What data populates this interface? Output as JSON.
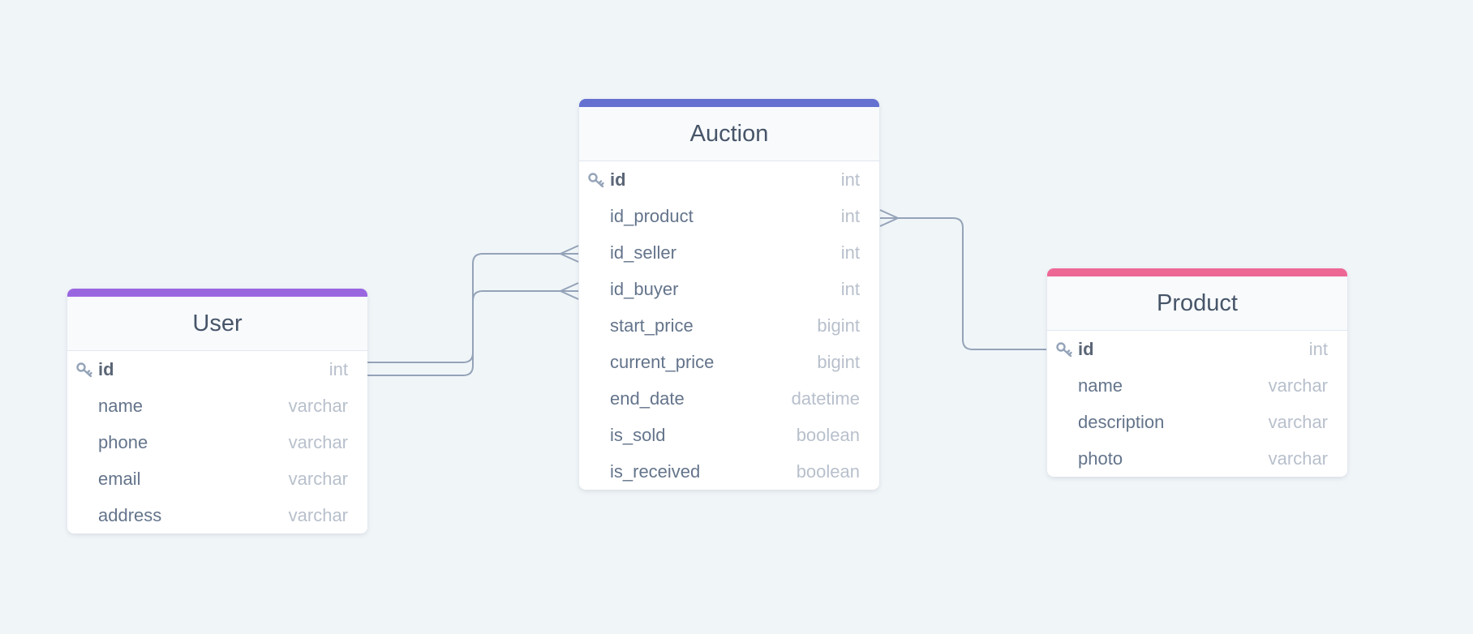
{
  "colors": {
    "user_bar": "#9a66e0",
    "auction_bar": "#6571d1",
    "product_bar": "#ee6896",
    "connector": "#94a3b8"
  },
  "user": {
    "title": "User",
    "fields": [
      {
        "name": "id",
        "type": "int",
        "pk": true
      },
      {
        "name": "name",
        "type": "varchar"
      },
      {
        "name": "phone",
        "type": "varchar"
      },
      {
        "name": "email",
        "type": "varchar"
      },
      {
        "name": "address",
        "type": "varchar"
      }
    ]
  },
  "auction": {
    "title": "Auction",
    "fields": [
      {
        "name": "id",
        "type": "int",
        "pk": true
      },
      {
        "name": "id_product",
        "type": "int"
      },
      {
        "name": "id_seller",
        "type": "int"
      },
      {
        "name": "id_buyer",
        "type": "int"
      },
      {
        "name": "start_price",
        "type": "bigint"
      },
      {
        "name": "current_price",
        "type": "bigint"
      },
      {
        "name": "end_date",
        "type": "datetime"
      },
      {
        "name": "is_sold",
        "type": "boolean"
      },
      {
        "name": "is_received",
        "type": "boolean"
      }
    ]
  },
  "product": {
    "title": "Product",
    "fields": [
      {
        "name": "id",
        "type": "int",
        "pk": true
      },
      {
        "name": "name",
        "type": "varchar"
      },
      {
        "name": "description",
        "type": "varchar"
      },
      {
        "name": "photo",
        "type": "varchar"
      }
    ]
  },
  "relations": [
    {
      "from": "user.id",
      "to": "auction.id_seller",
      "cardinality": "one-to-many"
    },
    {
      "from": "user.id",
      "to": "auction.id_buyer",
      "cardinality": "one-to-many"
    },
    {
      "from": "product.id",
      "to": "auction.id_product",
      "cardinality": "one-to-many"
    }
  ]
}
